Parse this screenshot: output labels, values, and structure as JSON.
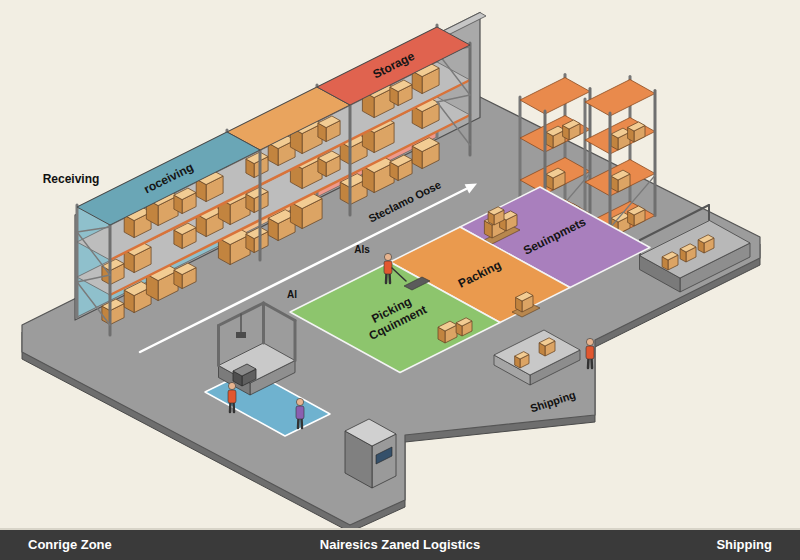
{
  "diagram": {
    "nodes": [
      {
        "text": [
          "roceiving"
        ]
      },
      {
        "text": [
          "Storage"
        ]
      },
      {
        "text": [
          "Seuinpmets"
        ]
      },
      {
        "text": [
          "Packing"
        ]
      },
      {
        "text": [
          "Picking Cquinment"
        ]
      }
    ],
    "labels": [
      "Receiving",
      "Steclamo Oose",
      "Als",
      "Al",
      "Shipping",
      "Conrige Zone",
      "Nairesics Zaned Logistics",
      "Shipping"
    ]
  }
}
